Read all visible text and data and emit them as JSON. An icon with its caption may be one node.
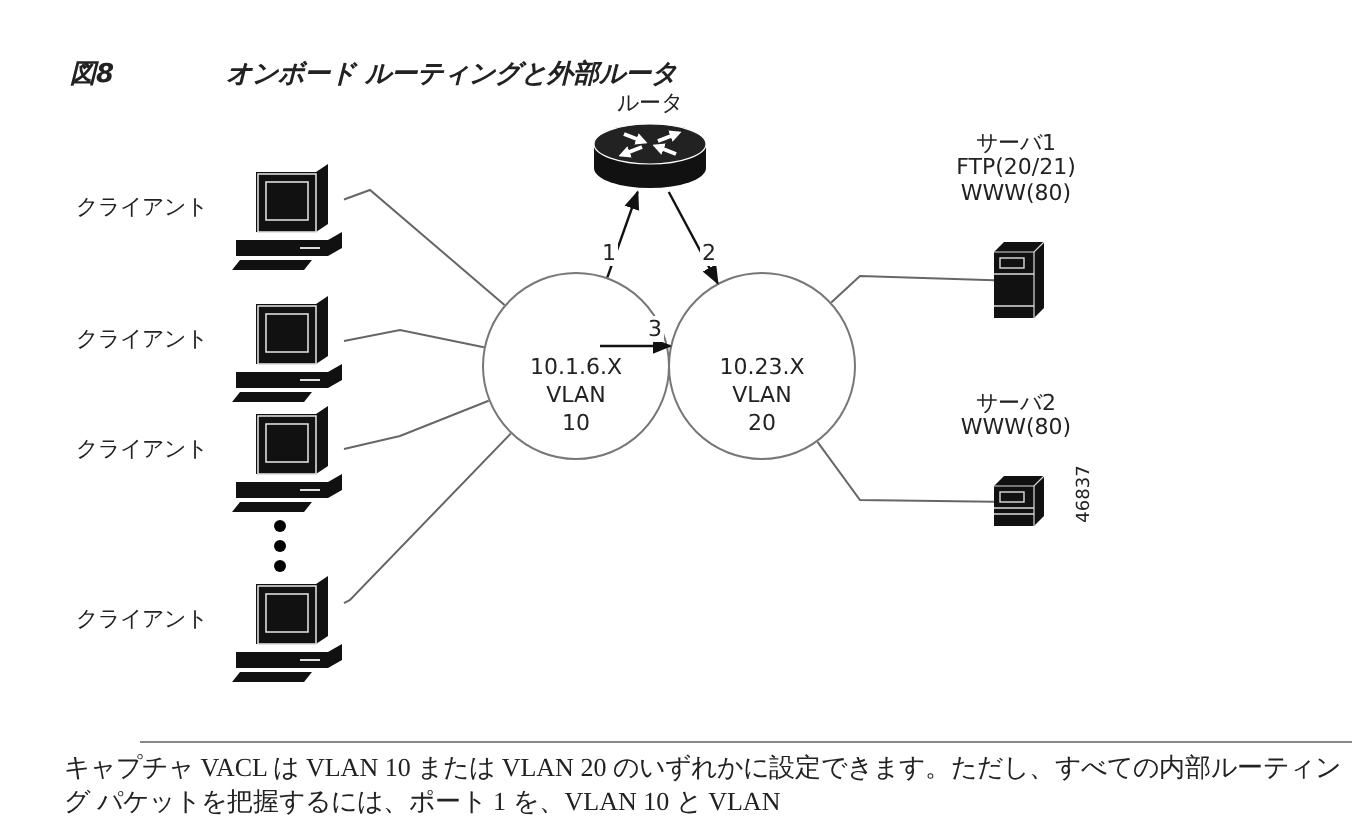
{
  "diagram": {
    "title": "オンボード ルーティングと外部ルータ",
    "nodes": [
      {
        "text": [
          "ルータ"
        ]
      },
      {
        "text": [
          "クライアント"
        ]
      },
      {
        "text": [
          "クライアント"
        ]
      },
      {
        "text": [
          "クライアント"
        ]
      },
      {
        "text": [
          "クライアント"
        ]
      },
      {
        "text": [
          "10.1.6.X VLAN 10"
        ]
      },
      {
        "text": [
          "10.23.X VLAN 20"
        ]
      },
      {
        "text": [
          "サーバ1",
          "FTP(20/21)",
          "WWW(80)"
        ]
      },
      {
        "text": [
          "サーバ2",
          "WWW(80)"
        ]
      }
    ],
    "edges": [
      {
        "from": 1,
        "to": 5,
        "arrow": "none"
      },
      {
        "from": 2,
        "to": 5,
        "arrow": "none"
      },
      {
        "from": 3,
        "to": 5,
        "arrow": "none"
      },
      {
        "from": 4,
        "to": 5,
        "arrow": "none"
      },
      {
        "from": 5,
        "to": 0,
        "arrow": "to",
        "label": "1"
      },
      {
        "from": 0,
        "to": 6,
        "arrow": "to",
        "label": "2"
      },
      {
        "from": 5,
        "to": 6,
        "arrow": "to",
        "label": "3"
      },
      {
        "from": 6,
        "to": 7,
        "arrow": "none"
      },
      {
        "from": 6,
        "to": 8,
        "arrow": "none"
      }
    ],
    "labels": [
      "図8",
      "46837",
      "キャプチャ VACL は VLAN 10 または VLAN 20 のいずれかに設定できます。ただし、すべての内部ルーティング パケットを把握するには、ポート 1 を、VLAN 10 と VLAN"
    ]
  }
}
